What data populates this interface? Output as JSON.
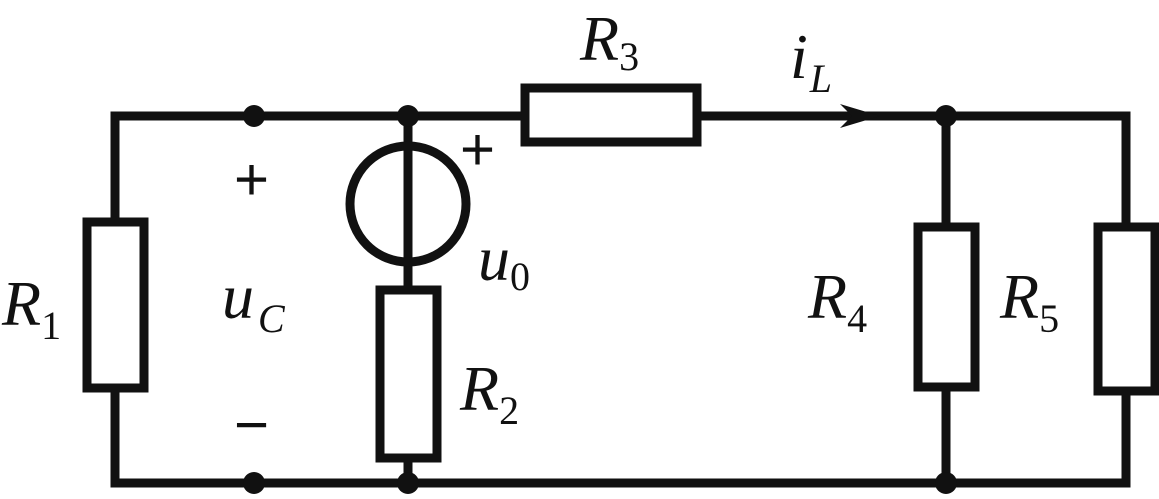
{
  "labels": {
    "r1": {
      "main": "R",
      "sub": "1"
    },
    "r2": {
      "main": "R",
      "sub": "2"
    },
    "r3": {
      "main": "R",
      "sub": "3"
    },
    "r4": {
      "main": "R",
      "sub": "4"
    },
    "r5": {
      "main": "R",
      "sub": "5"
    },
    "uc": {
      "main": "u",
      "sub": "C"
    },
    "u0": {
      "main": "u",
      "sub": "0"
    },
    "il": {
      "main": "i",
      "sub": "L"
    }
  },
  "signs": {
    "uc_plus": "+",
    "uc_minus": "−",
    "u0_plus": "+"
  }
}
